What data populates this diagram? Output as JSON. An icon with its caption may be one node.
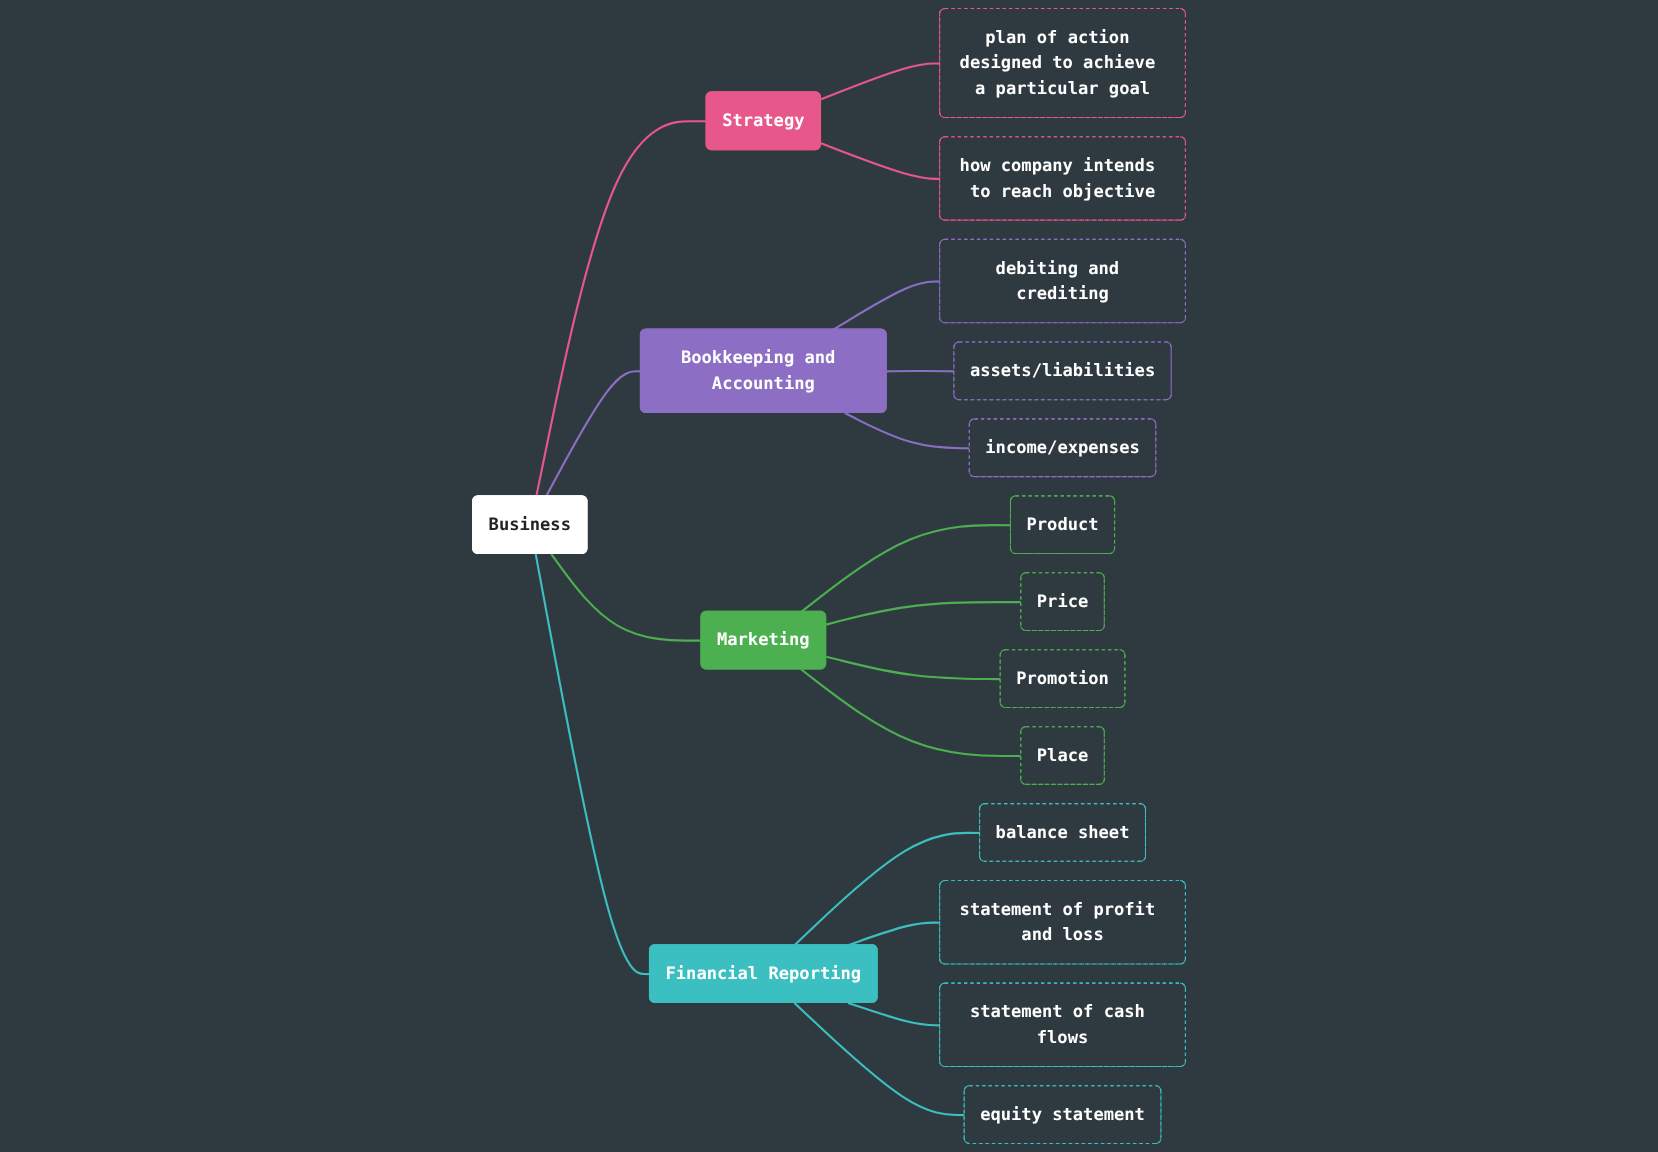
{
  "diagram": {
    "nodes": [
      {
        "text": [
          "Business"
        ]
      },
      {
        "text": [
          "Strategy"
        ]
      },
      {
        "text": [
          "plan of action designed to achieve a particular goal"
        ]
      },
      {
        "text": [
          "how company intends to reach objective"
        ]
      },
      {
        "text": [
          "Bookkeeping and Accounting"
        ]
      },
      {
        "text": [
          "debiting and crediting"
        ]
      },
      {
        "text": [
          "assets/liabilities"
        ]
      },
      {
        "text": [
          "income/expenses"
        ]
      },
      {
        "text": [
          "Marketing"
        ]
      },
      {
        "text": [
          "Product"
        ]
      },
      {
        "text": [
          "Price"
        ]
      },
      {
        "text": [
          "Promotion"
        ]
      },
      {
        "text": [
          "Place"
        ]
      },
      {
        "text": [
          "Financial Reporting"
        ]
      },
      {
        "text": [
          "balance sheet"
        ]
      },
      {
        "text": [
          "statement of profit and loss"
        ]
      },
      {
        "text": [
          "statement of cash flows"
        ]
      },
      {
        "text": [
          "equity statement"
        ]
      }
    ],
    "edges": [
      {
        "from": 0,
        "to": 1,
        "arrow": "none",
        "color": "#e8578a"
      },
      {
        "from": 1,
        "to": 2,
        "arrow": "none",
        "color": "#e8578a"
      },
      {
        "from": 1,
        "to": 3,
        "arrow": "none",
        "color": "#e8578a"
      },
      {
        "from": 0,
        "to": 4,
        "arrow": "none",
        "color": "#8c6fc4"
      },
      {
        "from": 4,
        "to": 5,
        "arrow": "none",
        "color": "#8c6fc4"
      },
      {
        "from": 4,
        "to": 6,
        "arrow": "none",
        "color": "#8c6fc4"
      },
      {
        "from": 4,
        "to": 7,
        "arrow": "none",
        "color": "#8c6fc4"
      },
      {
        "from": 0,
        "to": 8,
        "arrow": "none"
      },
      {
        "from": 8,
        "to": 9,
        "arrow": "none"
      },
      {
        "from": 8,
        "to": 10,
        "arrow": "none"
      },
      {
        "from": 8,
        "to": 11,
        "arrow": "none"
      },
      {
        "from": 8,
        "to": 12,
        "arrow": "none"
      },
      {
        "from": 0,
        "to": 13,
        "arrow": "none",
        "color": "#3bbfc0"
      },
      {
        "from": 13,
        "to": 14,
        "arrow": "none",
        "color": "#3bbfc0"
      },
      {
        "from": 13,
        "to": 15,
        "arrow": "none",
        "color": "#3bbfc0"
      },
      {
        "from": 13,
        "to": 16,
        "arrow": "none",
        "color": "#3bbfc0"
      },
      {
        "from": 13,
        "to": 17,
        "arrow": "none",
        "color": "#3bbfc0"
      }
    ]
  }
}
